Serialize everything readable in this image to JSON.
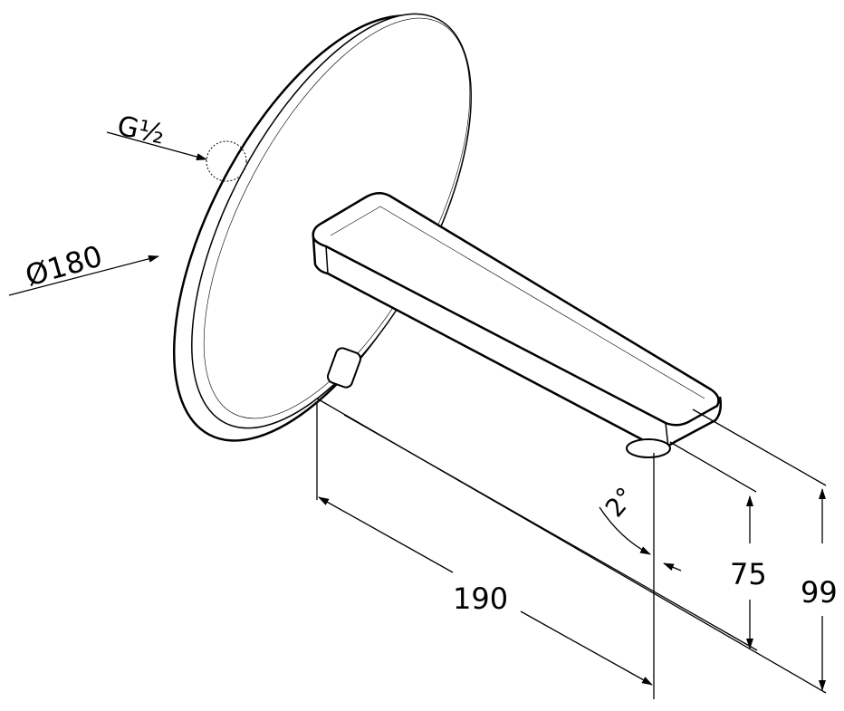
{
  "labels": {
    "thread": "G½",
    "diameter": "Ø180",
    "length": "190",
    "angle": "2°",
    "height_outlet": "75",
    "height_total": "99"
  },
  "colors": {
    "line": "#000000",
    "background": "#ffffff"
  }
}
